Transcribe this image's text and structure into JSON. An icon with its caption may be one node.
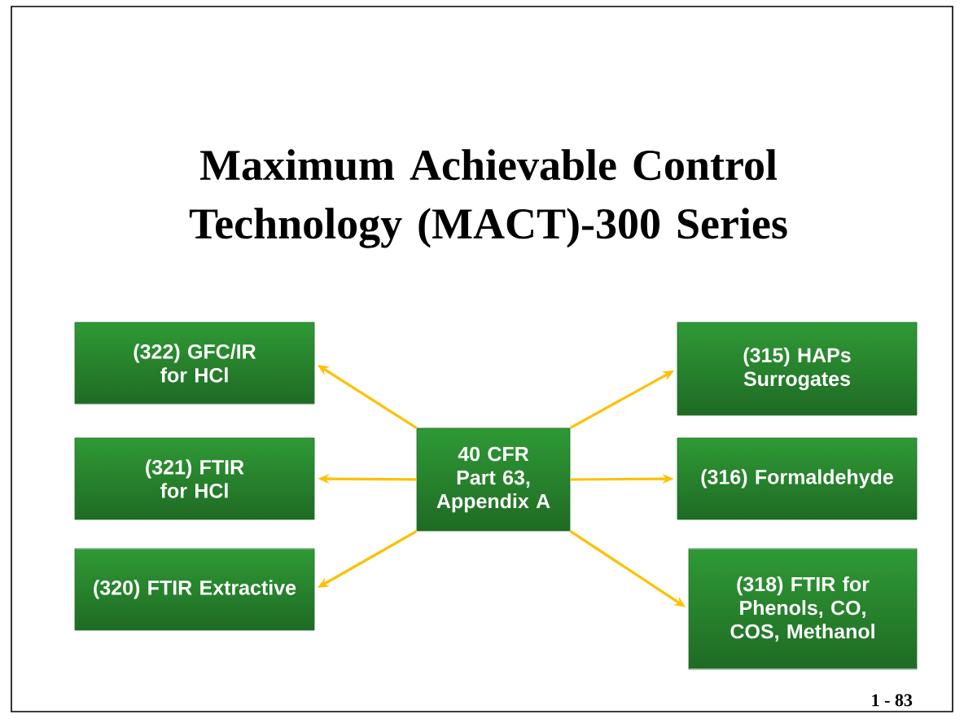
{
  "diagram": {
    "title": "Maximum Achievable Control Technology (MACT)-300 Series",
    "nodes": [
      {
        "text": [
          "40 CFR Part 63, Appendix A"
        ]
      },
      {
        "text": [
          "(322) GFC/IR for HCl"
        ]
      },
      {
        "text": [
          "(321) FTIR for HCl"
        ]
      },
      {
        "text": [
          "(320) FTIR Extractive"
        ]
      },
      {
        "text": [
          "(315) HAPs Surrogates"
        ]
      },
      {
        "text": [
          "(316) Formaldehyde"
        ]
      },
      {
        "text": [
          "(318) FTIR for Phenols, CO, COS, Methanol"
        ]
      }
    ],
    "edges": [
      {
        "from": 0,
        "to": 1,
        "arrow": "to"
      },
      {
        "from": 0,
        "to": 2,
        "arrow": "to"
      },
      {
        "from": 0,
        "to": 3,
        "arrow": "to"
      },
      {
        "from": 0,
        "to": 4,
        "arrow": "to"
      },
      {
        "from": 0,
        "to": 5,
        "arrow": "to"
      },
      {
        "from": 0,
        "to": 6,
        "arrow": "to"
      }
    ],
    "labels": [
      "1 - 83"
    ]
  }
}
